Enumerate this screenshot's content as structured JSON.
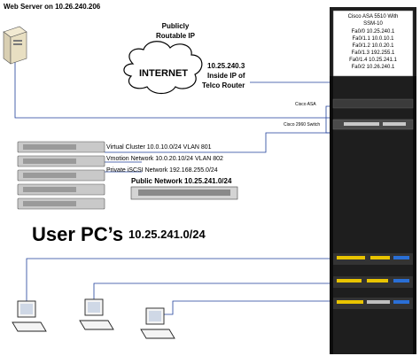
{
  "web_server": {
    "label": "Web Server on 10.26.240.206"
  },
  "internet": {
    "top_label_line1": "Publicly",
    "top_label_line2": "Routable IP",
    "cloud_label": "INTERNET",
    "router_ip": "10.25.240.3",
    "router_desc_line1": "Inside IP of",
    "router_desc_line2": "Telco Router"
  },
  "asa": {
    "title_line1": "Cisco ASA 5510 With",
    "title_line2": "SSM-10",
    "interfaces": [
      "Fa0/0 10.25.240.1",
      "Fa0/1.1 10.0.10.1",
      "Fa0/1.2 10.0.20.1",
      "Fa0/1.3 192.255.1",
      "Fa0/1.4 10.25.241.1",
      "Fa0/2 10.26.240.1"
    ],
    "device_label": "Cisco ASA"
  },
  "switch": {
    "label": "Cisco 2960 Switch"
  },
  "networks": [
    "Virtual Cluster 10.0.10.0/24 VLAN 801",
    "Vmotion Network 10.0.20.10/24 VLAN 802",
    "Private iSCSI Network 192.168.255.0/24",
    "Public Network 10.25.241.0/24"
  ],
  "user_pcs": {
    "title": "User PC’s",
    "subnet": "10.25.241.0/24"
  },
  "colors": {
    "cable": "#1f3f9a",
    "rack": "#1a1a1a",
    "panel": "#2b2b2b",
    "server": "#c9c9c9",
    "port_yellow": "#e9c400"
  }
}
